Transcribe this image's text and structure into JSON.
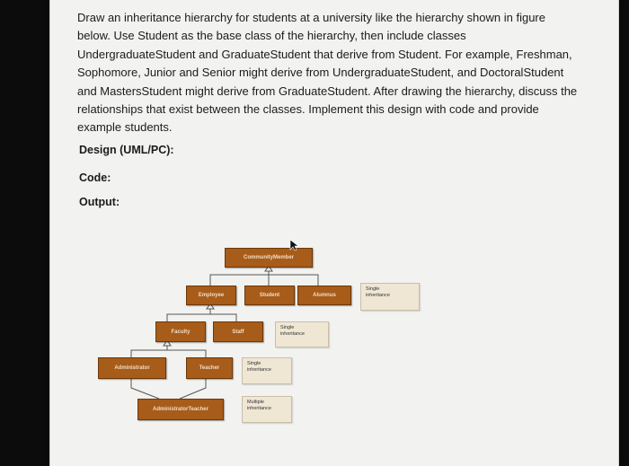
{
  "question": {
    "text": "Draw an inheritance hierarchy for students at a university like the hierarchy shown in figure below. Use Student as the base class of the hierarchy, then include classes UndergraduateStudent and GraduateStudent that derive from Student. For example, Freshman, Sophomore, Junior and Senior might derive from UndergraduateStudent, and DoctoralStudent and MastersStudent might derive from GraduateStudent. After drawing the hierarchy, discuss the relationships that exist between the classes. Implement this design with code and provide example students."
  },
  "sections": {
    "design": "Design (UML/PC):",
    "code": "Code:",
    "output": "Output:"
  },
  "diagram": {
    "classes": {
      "community_member": "CommunityMember",
      "employee": "Employee",
      "student": "Student",
      "alumnus": "Alumnus",
      "faculty": "Faculty",
      "staff": "Staff",
      "administrator": "Administrator",
      "teacher": "Teacher",
      "administrator_teacher": "AdministratorTeacher"
    },
    "notes": {
      "single_1": [
        "Single",
        "inheritance"
      ],
      "single_2": [
        "Single",
        "inheritance"
      ],
      "single_3": [
        "Single",
        "inheritance"
      ],
      "multiple": [
        "Multiple",
        "inheritance"
      ]
    },
    "colors": {
      "class_box": "#a75c1a",
      "note": "#efe6d4",
      "arrow": "#555555"
    }
  }
}
